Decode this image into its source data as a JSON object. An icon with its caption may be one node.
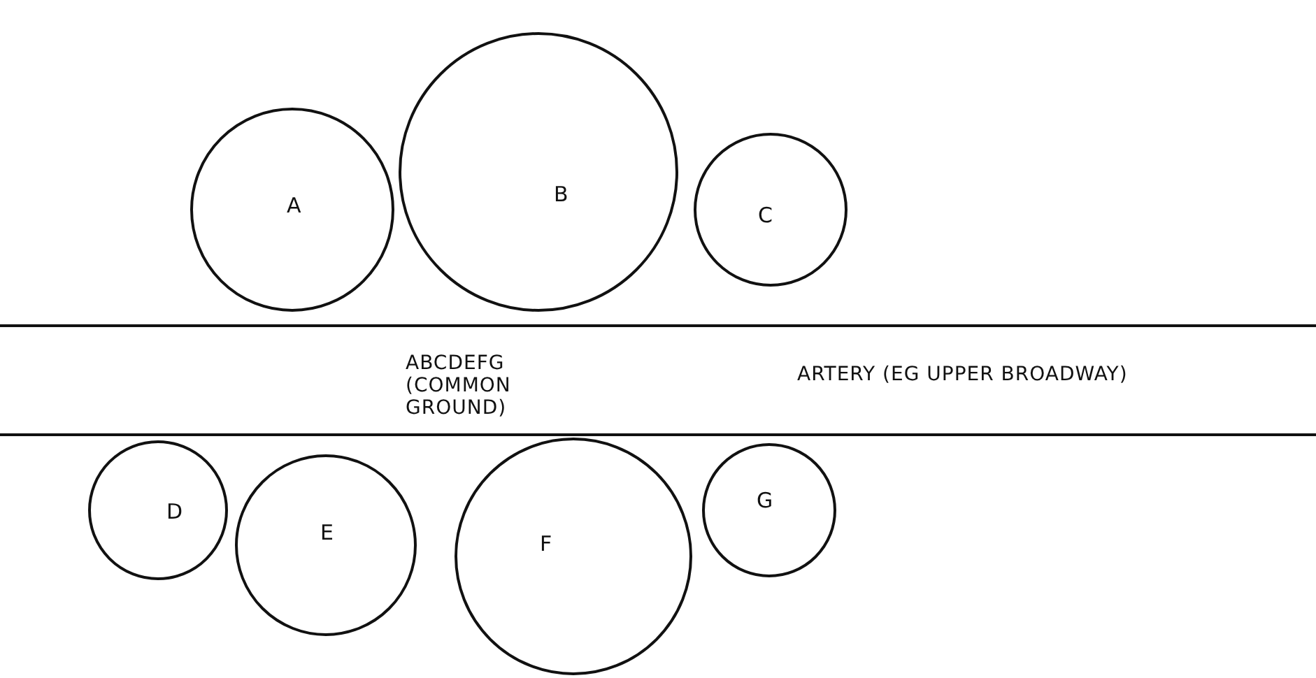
{
  "diagram": {
    "nodes": [
      {
        "text": [
          "A"
        ]
      },
      {
        "text": [
          "B"
        ]
      },
      {
        "text": [
          "C"
        ]
      },
      {
        "text": [
          "ABCDEFG (COMMON GROUND)",
          "ARTERY (EG UPPER BROADWAY)"
        ]
      },
      {
        "text": [
          "D"
        ]
      },
      {
        "text": [
          "E"
        ]
      },
      {
        "text": [
          "F"
        ]
      },
      {
        "text": [
          "G"
        ]
      }
    ],
    "edges": []
  }
}
